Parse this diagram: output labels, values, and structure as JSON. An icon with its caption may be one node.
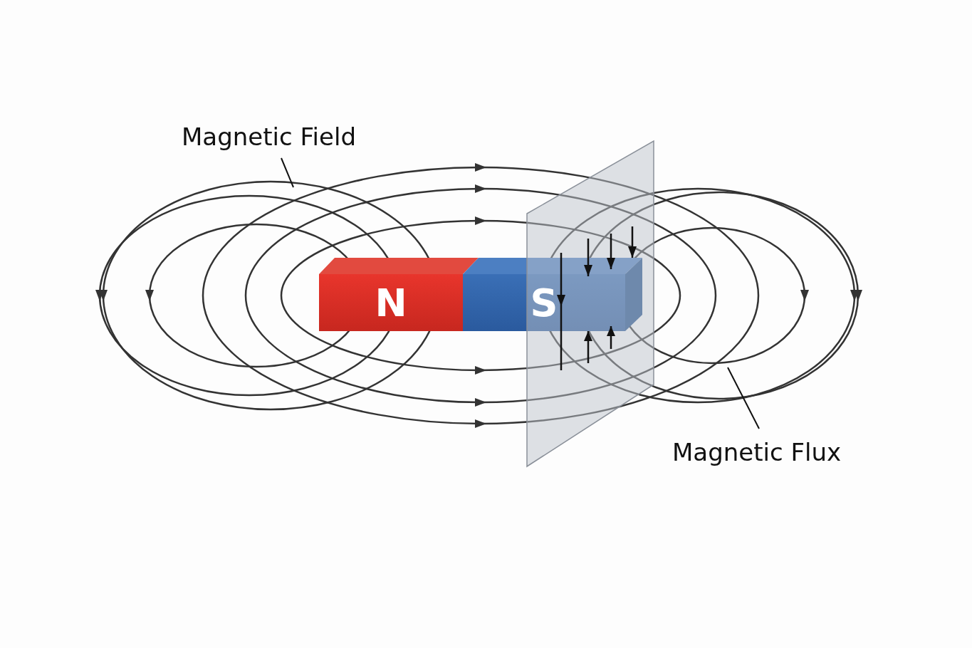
{
  "diagram": {
    "nodes": [
      {
        "text": [
          "Magnetic Field"
        ]
      },
      {
        "text": [
          "Magnetic Flux"
        ]
      },
      {
        "text": [
          "N"
        ]
      },
      {
        "text": [
          "S"
        ]
      }
    ],
    "edges": [
      {
        "from": 0,
        "to": null,
        "arrow": "none"
      },
      {
        "from": 1,
        "to": null,
        "arrow": "none"
      }
    ]
  }
}
